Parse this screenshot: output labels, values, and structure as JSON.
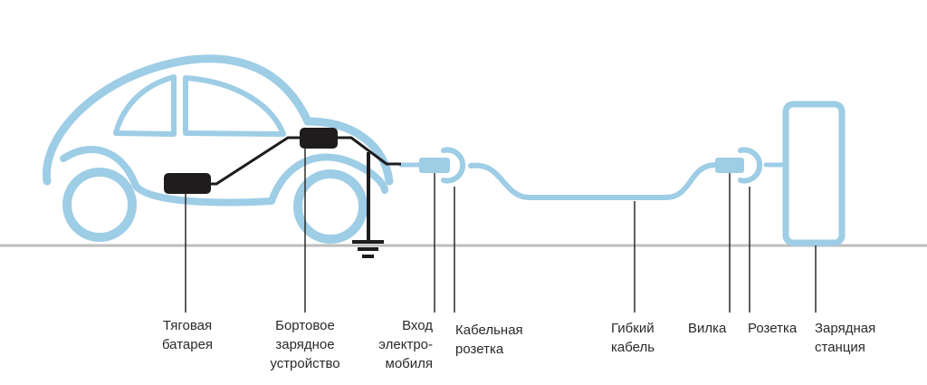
{
  "colors": {
    "car_blue": "#9ecde6",
    "wire": "#1f1c1d",
    "ground_line": "#bdbdbd"
  },
  "labels": {
    "battery": [
      "Тяговая",
      "батарея"
    ],
    "onboard_charger": [
      "Бортовое",
      "зарядное",
      "устройство"
    ],
    "vehicle_inlet": [
      "Вход",
      "электро-",
      "мобиля"
    ],
    "cable_socket": [
      "Кабельная",
      "розетка"
    ],
    "flexible_cable": [
      "Гибкий",
      "кабель"
    ],
    "plug": [
      "Вилка"
    ],
    "socket": [
      "Розетка"
    ],
    "charging_station": [
      "Зарядная",
      "станция"
    ]
  }
}
